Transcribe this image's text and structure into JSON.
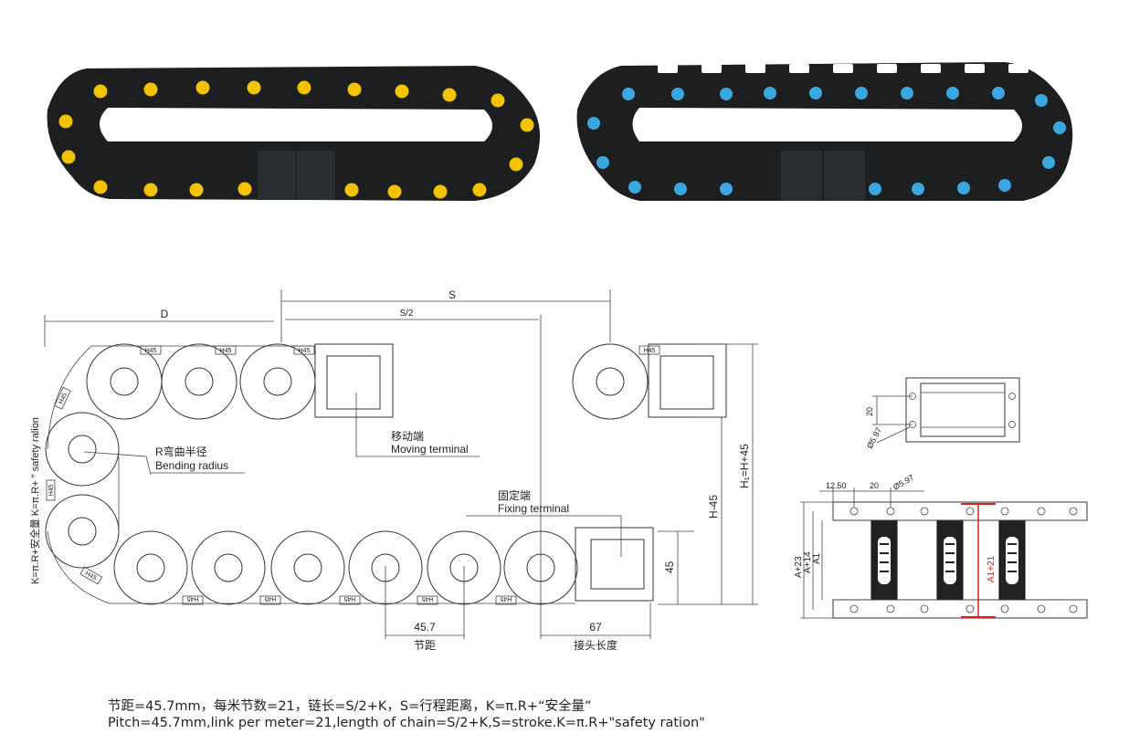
{
  "colors": {
    "chain_body": "#1c1e20",
    "chain_highlight": "#3a3d40",
    "yellow_dot": "#f3c300",
    "blue_dot": "#3ca6e0",
    "red_accent": "#d9201c",
    "line": "#333333"
  },
  "photos": {
    "left_chain": {
      "dot_color_name": "yellow"
    },
    "right_chain": {
      "dot_color_name": "blue"
    }
  },
  "diagram": {
    "dim_S": "S",
    "dim_D": "D",
    "dim_S_half": "S/2",
    "vertical_left_label": "K=π.R+安全量 K=π.R+ \" safety ralion",
    "link_tag": "H45",
    "bending_zh": "R弯曲半径",
    "bending_en": "Bending radius",
    "moving_zh": "移动端",
    "moving_en": "Moving terminal",
    "fixing_zh": "固定端",
    "fixing_en": "Fixing terminal",
    "dim_h45": "H-45",
    "dim_hf": "H₁=H+45",
    "dim_45": "45",
    "pitch_value": "45.7",
    "pitch_label": "节距",
    "joint_value": "67",
    "joint_label": "接头长度"
  },
  "detail_top": {
    "dim_20": "20",
    "dim_hole": "Ø5.97"
  },
  "detail_bottom": {
    "dim_1250": "12.50",
    "dim_20": "20",
    "dim_hole": "Ø5.97",
    "dim_a23": "A+23",
    "dim_a14": "A+14",
    "dim_a1": "A1",
    "dim_a121": "A1+21"
  },
  "captions": {
    "zh": "节距=45.7mm，每米节数=21，链长=S/2+K，S=行程距离，K=π.R+“安全量”",
    "en": "Pitch=45.7mm,link per meter=21,length of chain=S/2+K,S=stroke.K=π.R+\"safety ration\""
  }
}
